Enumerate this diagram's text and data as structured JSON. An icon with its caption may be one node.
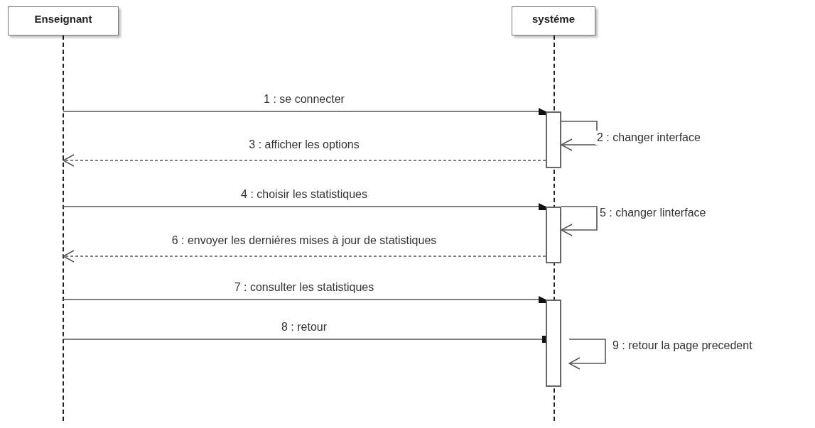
{
  "diagram": {
    "nodes": [
      {
        "text": [
          "Enseignant"
        ]
      },
      {
        "text": [
          "systéme"
        ]
      },
      {
        "text": [],
        "shape": "line"
      },
      {
        "text": [],
        "shape": "line"
      },
      {
        "text": [],
        "shape": "bar"
      },
      {
        "text": [],
        "shape": "bar"
      },
      {
        "text": [],
        "shape": "bar"
      }
    ],
    "edges": [
      {
        "from": 2,
        "to": 4,
        "arrow": "to",
        "label": "1 : se connecter"
      },
      {
        "from": 4,
        "to": 4,
        "arrow": "to",
        "label": "2 : changer interface"
      },
      {
        "from": 4,
        "to": 2,
        "arrow": "to",
        "label": "3 : afficher les options",
        "style": "dashed"
      },
      {
        "from": 2,
        "to": 5,
        "arrow": "to",
        "label": "4 : choisir les statistiques"
      },
      {
        "from": 5,
        "to": 5,
        "arrow": "to",
        "label": "5 : changer linterface"
      },
      {
        "from": 5,
        "to": 2,
        "arrow": "to",
        "label": "6 : envoyer les derniéres mises à jour de statistiques",
        "style": "dashed"
      },
      {
        "from": 2,
        "to": 6,
        "arrow": "to",
        "label": "7 : consulter les statistiques"
      },
      {
        "from": 2,
        "to": 6,
        "arrow": "other",
        "label": "8 : retour"
      },
      {
        "from": 6,
        "to": 6,
        "arrow": "to",
        "label": "9 : retour la page precedent"
      }
    ]
  }
}
